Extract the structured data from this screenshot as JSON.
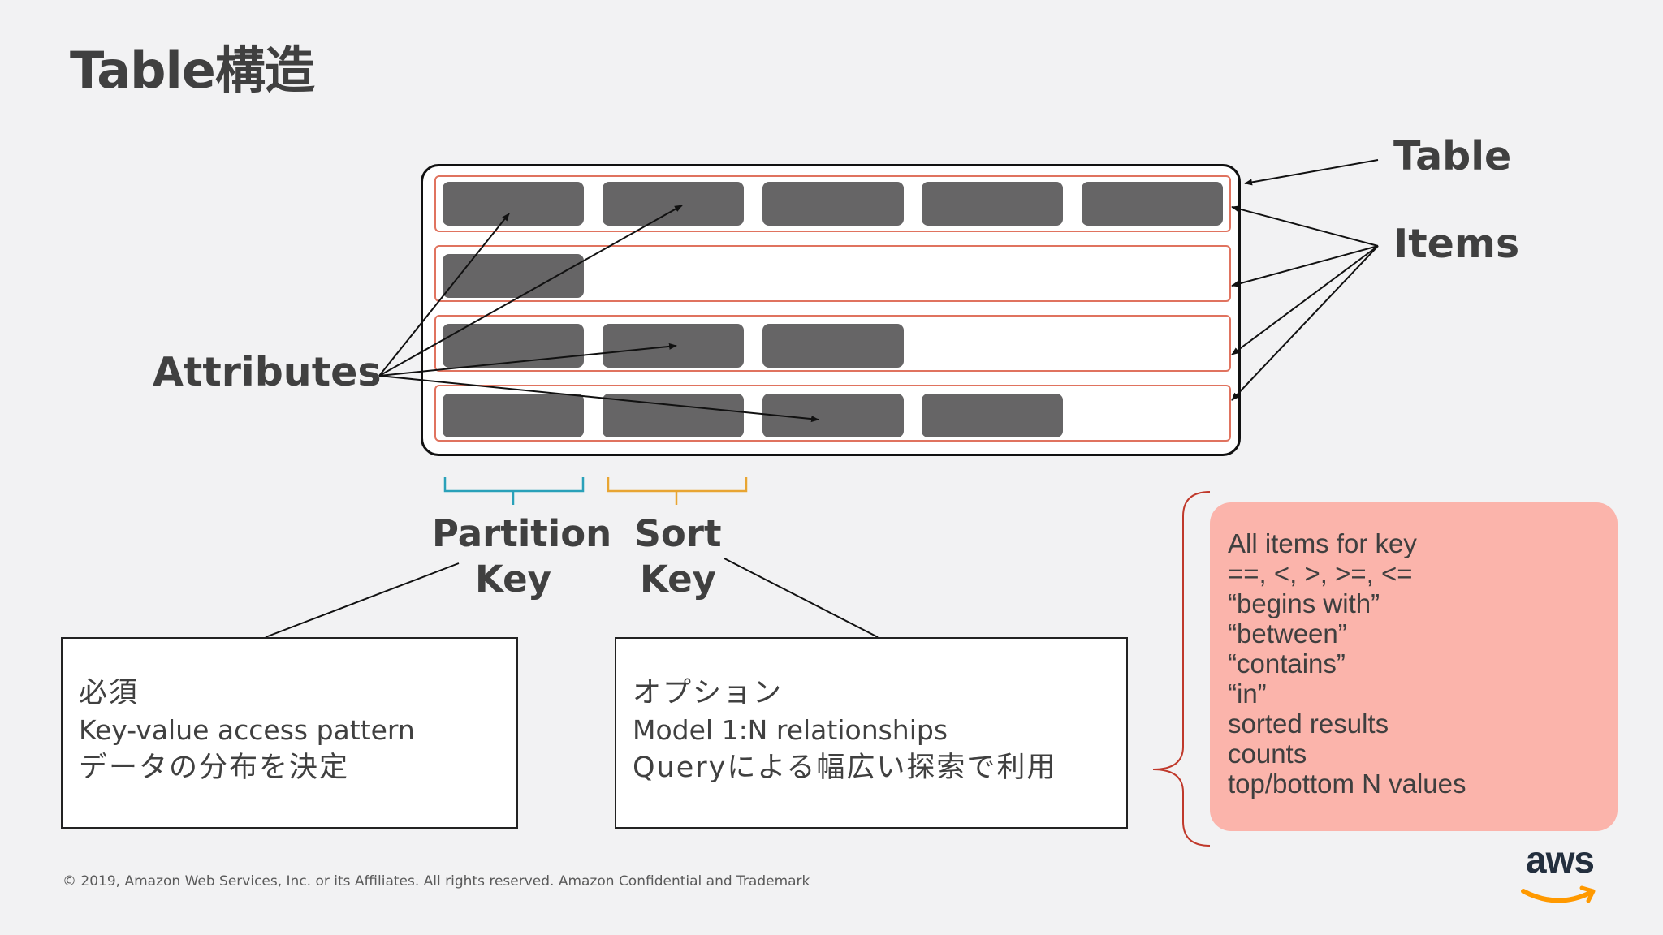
{
  "title": "Table構造",
  "labels": {
    "table": "Table",
    "items": "Items",
    "attributes": "Attributes",
    "partition_key": [
      "Partition",
      "Key"
    ],
    "sort_key": [
      "Sort",
      "Key"
    ]
  },
  "partition_box": {
    "lines": [
      "必須",
      "Key-value access pattern",
      "データの分布を決定"
    ]
  },
  "sort_box": {
    "lines": [
      "オプション",
      "Model 1:N relationships",
      "Queryによる幅広い探索で利用"
    ]
  },
  "sort_key_operations": [
    "All items for key",
    "==, <, >, >=, <=",
    "“begins with”",
    "“between”",
    "“contains”",
    "“in”",
    "sorted results",
    "counts",
    "top/bottom N values"
  ],
  "table_rows": [
    5,
    1,
    3,
    4
  ],
  "footer": "© 2019, Amazon Web Services, Inc. or its Affiliates. All rights reserved. Amazon Confidential and Trademark",
  "logo": "aws",
  "colors": {
    "background": "#f2f2f3",
    "attribute": "#666566",
    "item_border": "#e0735f",
    "partition_brace": "#2aa1b9",
    "sort_brace": "#e8a532",
    "ops_brace": "#c0392b",
    "ops_fill": "#fbb4ab",
    "aws_smile": "#ff9900"
  }
}
